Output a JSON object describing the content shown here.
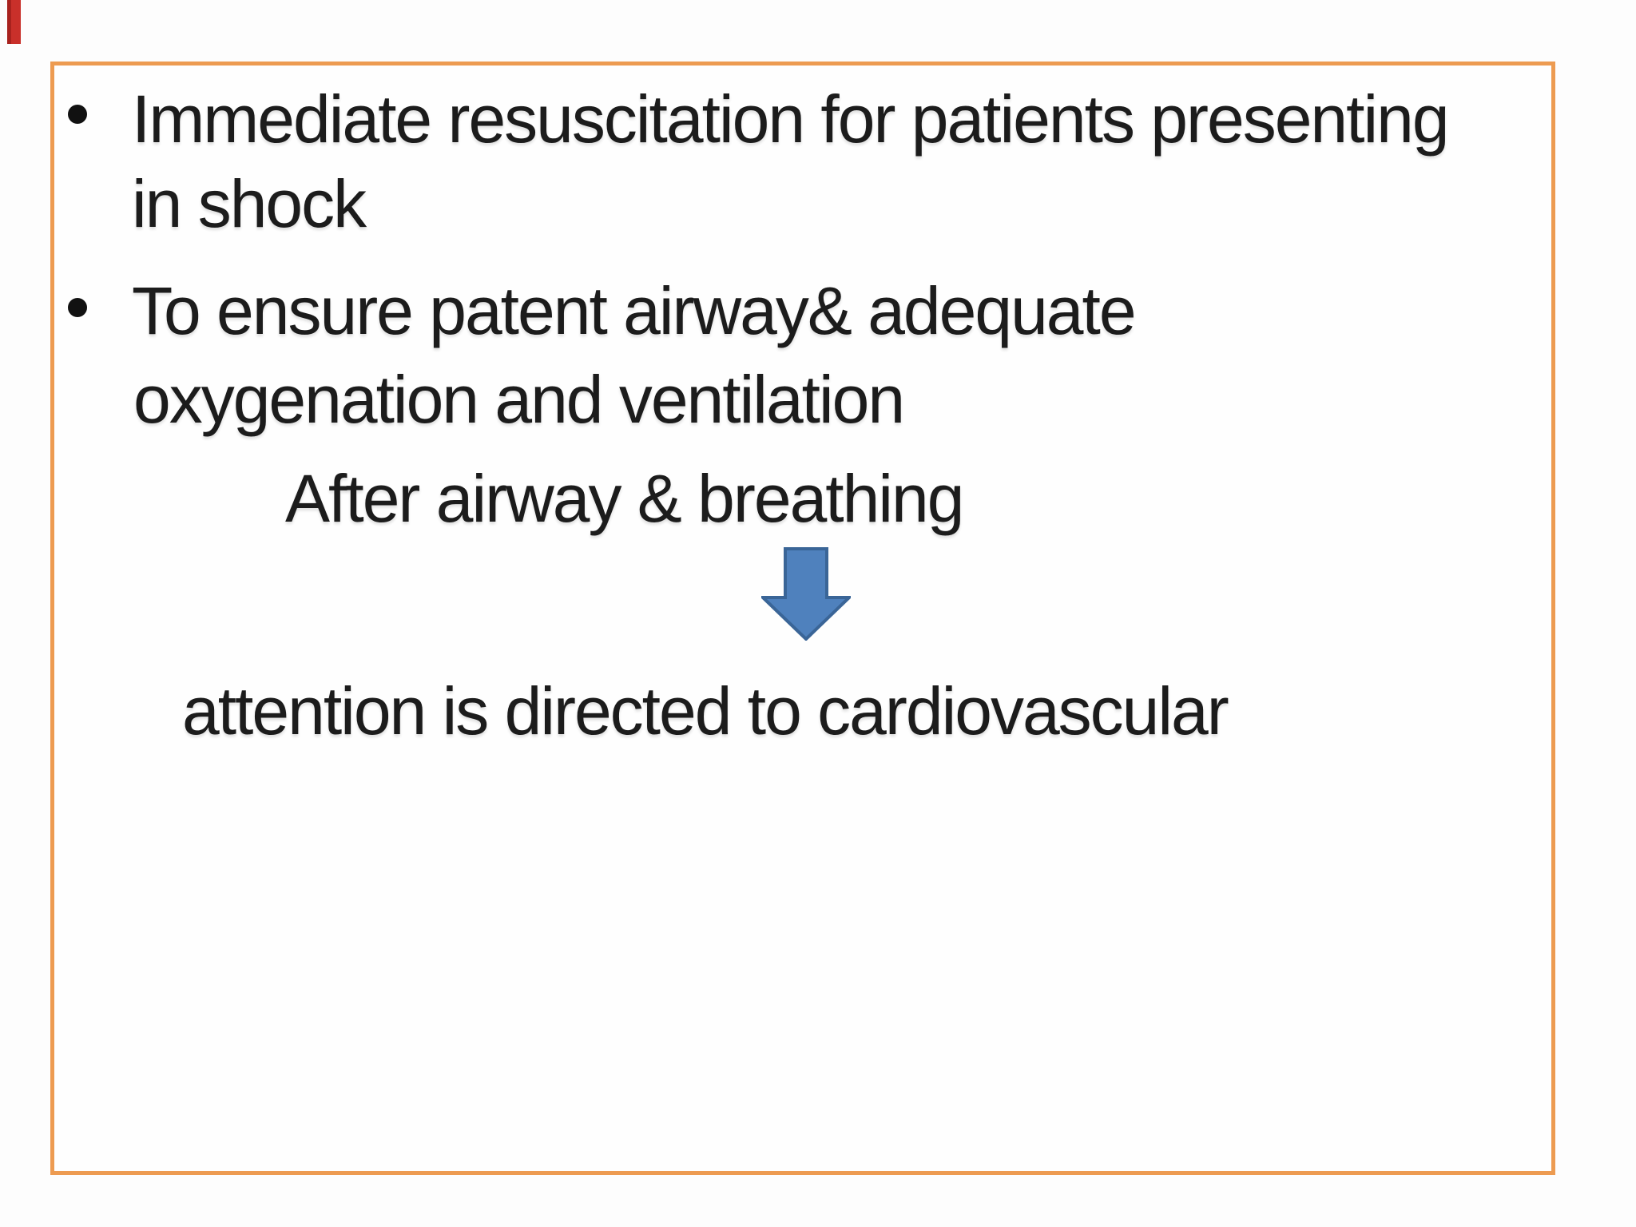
{
  "slide": {
    "bullets": [
      {
        "lines": [
          "Immediate resuscitation for patients presenting",
          "in shock"
        ]
      },
      {
        "lines": [
          "To ensure patent airway& adequate",
          "oxygenation and ventilation"
        ]
      }
    ],
    "flow": {
      "top_label": "After airway & breathing",
      "bottom_label": "attention is directed to cardiovascular",
      "arrow_icon": "down-arrow-icon"
    },
    "colors": {
      "border": "#ED9B51",
      "arrow_fill": "#4F81BD",
      "arrow_stroke": "#3A6597",
      "text": "#1C1C1C",
      "red_marker": "#C9302A"
    }
  }
}
